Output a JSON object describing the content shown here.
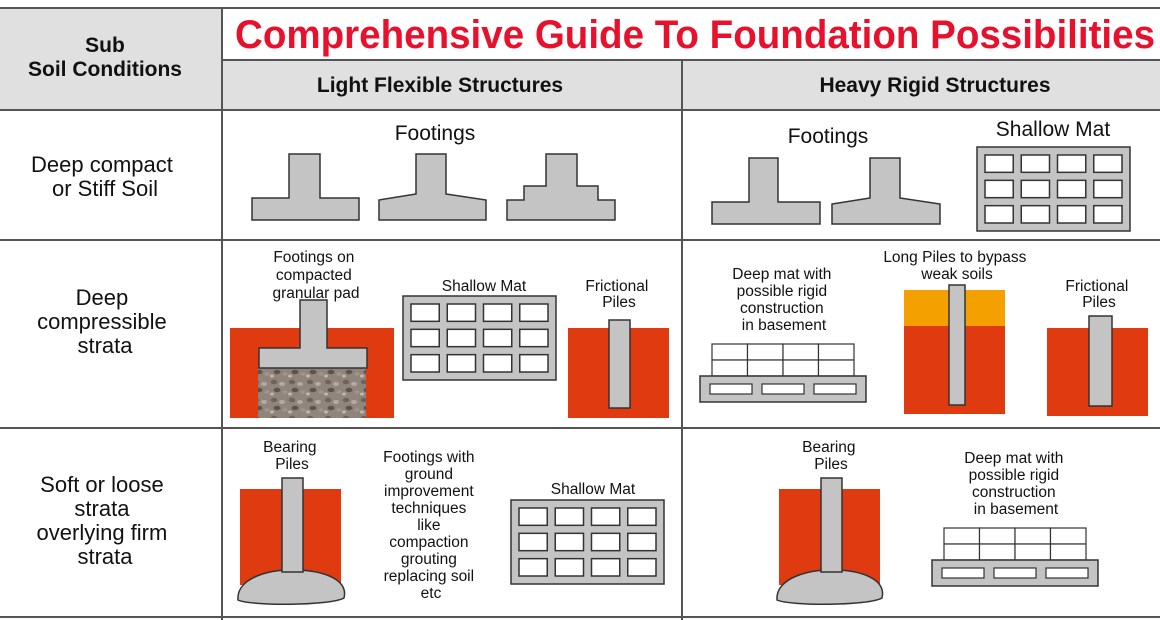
{
  "title": "Comprehensive Guide To Foundation Possibilities",
  "header": {
    "sub_line1": "Sub",
    "sub_line2": "Soil Conditions",
    "col_light": "Light Flexible Structures",
    "col_heavy": "Heavy Rigid Structures"
  },
  "rows": {
    "r1": [
      "Deep compact",
      "or Stiff Soil"
    ],
    "r2": [
      "Deep",
      "compressible",
      "strata"
    ],
    "r3": [
      "Soft or loose",
      "strata",
      "overlying firm",
      "strata"
    ]
  },
  "cells": {
    "r1_light_footings": "Footings",
    "r1_heavy_footings": "Footings",
    "r1_heavy_mat": "Shallow Mat",
    "r2_light_pad": [
      "Footings on",
      "compacted",
      "granular pad"
    ],
    "r2_light_mat": "Shallow Mat",
    "r2_light_piles": [
      "Frictional",
      "Piles"
    ],
    "r2_heavy_deepmat": [
      "Deep mat with",
      "possible rigid",
      "construction",
      "in basement"
    ],
    "r2_heavy_long": [
      "Long Piles to bypass",
      "weak soils"
    ],
    "r2_heavy_piles": [
      "Frictional",
      "Piles"
    ],
    "r3_light_bearing": [
      "Bearing",
      "Piles"
    ],
    "r3_light_improve": [
      "Footings with",
      "ground",
      "improvement",
      "techniques",
      "like",
      "compaction",
      "grouting",
      "replacing soil",
      "etc"
    ],
    "r3_light_mat": "Shallow Mat",
    "r3_heavy_bearing": [
      "Bearing",
      "Piles"
    ],
    "r3_heavy_deepmat": [
      "Deep mat with",
      "possible rigid",
      "construction",
      "in basement"
    ]
  },
  "colors": {
    "title_red": "#e8112d",
    "soil_red": "#e03a10",
    "soil_orange": "#f3a000",
    "concrete_gray": "#c4c4c4",
    "header_gray": "#e0e0e0"
  }
}
